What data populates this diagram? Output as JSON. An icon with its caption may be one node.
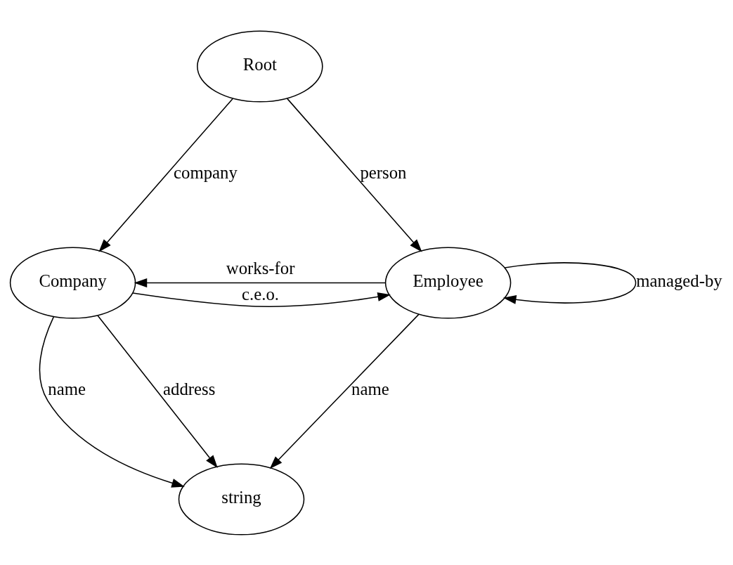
{
  "diagram": {
    "nodes": [
      {
        "text": [
          "Root"
        ]
      },
      {
        "text": [
          "Company"
        ]
      },
      {
        "text": [
          "Employee"
        ]
      },
      {
        "text": [
          "string"
        ]
      }
    ],
    "edges": [
      {
        "from": 0,
        "to": 1,
        "arrow": "to",
        "label": "company"
      },
      {
        "from": 0,
        "to": 2,
        "arrow": "to",
        "label": "person"
      },
      {
        "from": 2,
        "to": 1,
        "arrow": "to",
        "label": "works-for"
      },
      {
        "from": 1,
        "to": 2,
        "arrow": "to",
        "label": "c.e.o."
      },
      {
        "from": 1,
        "to": 3,
        "arrow": "to",
        "label": "name"
      },
      {
        "from": 1,
        "to": 3,
        "arrow": "to",
        "label": "address"
      },
      {
        "from": 2,
        "to": 3,
        "arrow": "to",
        "label": "name"
      },
      {
        "from": 2,
        "to": 2,
        "arrow": "to",
        "label": "managed-by"
      }
    ]
  }
}
